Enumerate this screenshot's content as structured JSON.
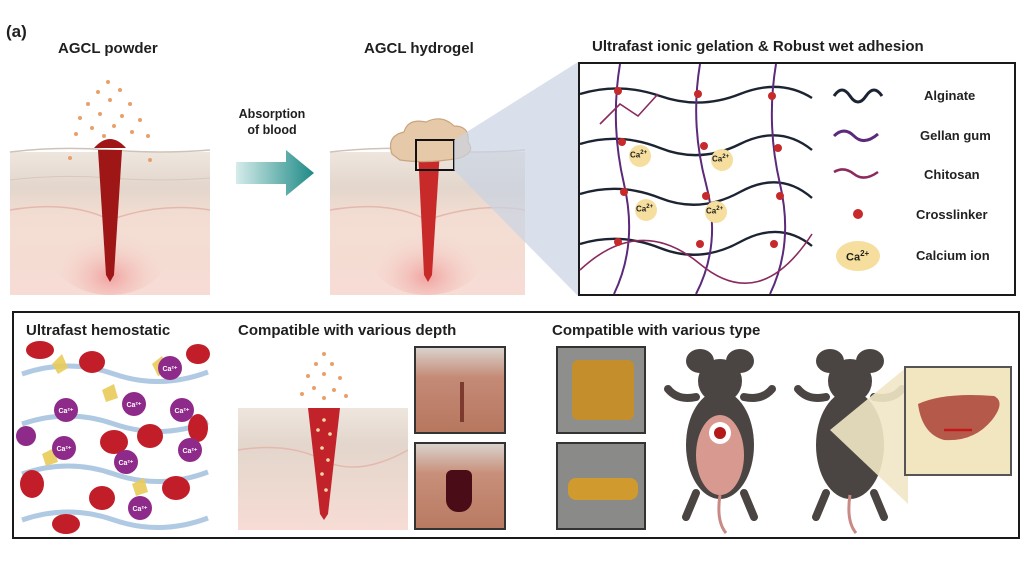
{
  "panel_label": "(a)",
  "top": {
    "powder_title": "AGCL powder",
    "arrow_label_line1": "Absorption",
    "arrow_label_line2": "of blood",
    "hydrogel_title": "AGCL hydrogel",
    "gelation_title": "Ultrafast ionic gelation & Robust wet adhesion",
    "ion_label": "Ca",
    "ion_sup": "2+"
  },
  "legend": [
    {
      "label": "Alginate",
      "color": "#1c2433"
    },
    {
      "label": "Gellan gum",
      "color": "#5b2a7a"
    },
    {
      "label": "Chitosan",
      "color": "#8a2a5e"
    },
    {
      "label": "Crosslinker",
      "color": "#c62a2a"
    },
    {
      "label": "Calcium ion",
      "color": "#f6df9e",
      "badge": "Ca",
      "badge_sup": "2+"
    }
  ],
  "bottom": {
    "hemostatic_title": "Ultrafast hemostatic",
    "depth_title": "Compatible with various depth",
    "type_title": "Compatible with various type"
  },
  "colors": {
    "blood": "#a11717",
    "skin_top": "#e9e1d9",
    "skin_mid": "#f2d6c8",
    "arrow": "#1e8a86",
    "frame": "#1a1a1a",
    "mouse": "#4a4542",
    "hydrogel": "#e6c9a8"
  }
}
